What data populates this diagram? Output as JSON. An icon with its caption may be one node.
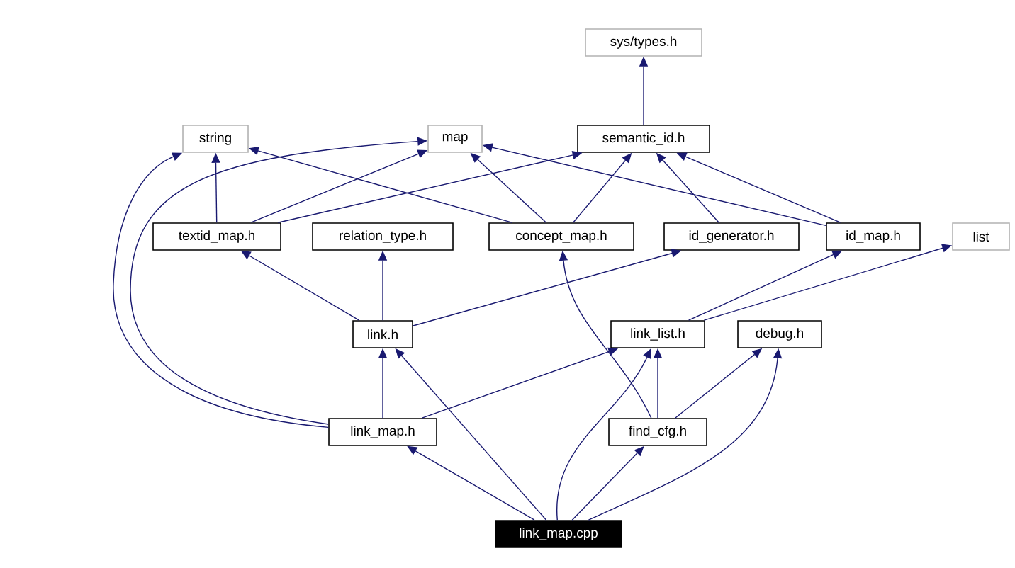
{
  "diagram": {
    "nodes": [
      {
        "text": [
          "sys/types.h"
        ]
      },
      {
        "text": [
          "string"
        ]
      },
      {
        "text": [
          "map"
        ]
      },
      {
        "text": [
          "semantic_id.h"
        ]
      },
      {
        "text": [
          "textid_map.h"
        ]
      },
      {
        "text": [
          "relation_type.h"
        ]
      },
      {
        "text": [
          "concept_map.h"
        ]
      },
      {
        "text": [
          "id_generator.h"
        ]
      },
      {
        "text": [
          "id_map.h"
        ]
      },
      {
        "text": [
          "list"
        ]
      },
      {
        "text": [
          "link.h"
        ]
      },
      {
        "text": [
          "link_list.h"
        ]
      },
      {
        "text": [
          "debug.h"
        ]
      },
      {
        "text": [
          "link_map.h"
        ]
      },
      {
        "text": [
          "find_cfg.h"
        ]
      },
      {
        "text": [
          "link_map.cpp"
        ]
      }
    ],
    "edges": [
      {
        "from": 3,
        "to": 0,
        "arrow": "to"
      },
      {
        "from": 4,
        "to": 1,
        "arrow": "to"
      },
      {
        "from": 4,
        "to": 2,
        "arrow": "to"
      },
      {
        "from": 4,
        "to": 3,
        "arrow": "to"
      },
      {
        "from": 6,
        "to": 1,
        "arrow": "to"
      },
      {
        "from": 6,
        "to": 2,
        "arrow": "to"
      },
      {
        "from": 6,
        "to": 3,
        "arrow": "to"
      },
      {
        "from": 7,
        "to": 3,
        "arrow": "to"
      },
      {
        "from": 8,
        "to": 2,
        "arrow": "to"
      },
      {
        "from": 8,
        "to": 3,
        "arrow": "to"
      },
      {
        "from": 10,
        "to": 4,
        "arrow": "to"
      },
      {
        "from": 10,
        "to": 5,
        "arrow": "to"
      },
      {
        "from": 10,
        "to": 7,
        "arrow": "to"
      },
      {
        "from": 11,
        "to": 8,
        "arrow": "to"
      },
      {
        "from": 11,
        "to": 9,
        "arrow": "to"
      },
      {
        "from": 13,
        "to": 1,
        "arrow": "to"
      },
      {
        "from": 13,
        "to": 2,
        "arrow": "to"
      },
      {
        "from": 13,
        "to": 10,
        "arrow": "to"
      },
      {
        "from": 13,
        "to": 11,
        "arrow": "to"
      },
      {
        "from": 14,
        "to": 6,
        "arrow": "to"
      },
      {
        "from": 14,
        "to": 11,
        "arrow": "to"
      },
      {
        "from": 14,
        "to": 12,
        "arrow": "to"
      },
      {
        "from": 15,
        "to": 13,
        "arrow": "to"
      },
      {
        "from": 15,
        "to": 10,
        "arrow": "to"
      },
      {
        "from": 15,
        "to": 11,
        "arrow": "to"
      },
      {
        "from": 15,
        "to": 14,
        "arrow": "to"
      },
      {
        "from": 15,
        "to": 12,
        "arrow": "to"
      }
    ]
  }
}
